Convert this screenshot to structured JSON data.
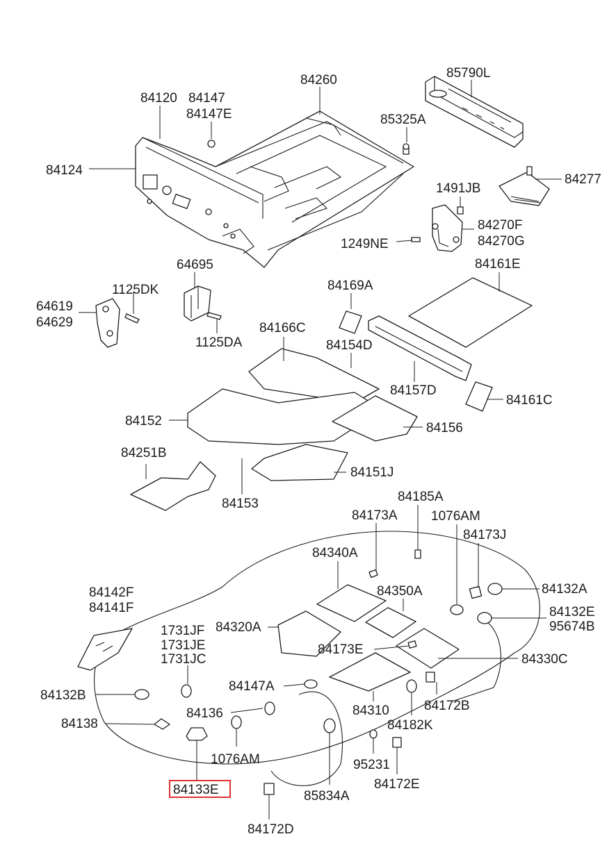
{
  "diagram": {
    "highlight_color": "#e03030",
    "highlighted_part": "84133E",
    "labels": {
      "p84260": "84260",
      "p84120": "84120",
      "p84147": "84147",
      "p84147E": "84147E",
      "p85790L": "85790L",
      "p85325A": "85325A",
      "p84124": "84124",
      "p84277": "84277",
      "p1491JB": "1491JB",
      "p84270F": "84270F",
      "p84270G": "84270G",
      "p1249NE": "1249NE",
      "p64695": "64695",
      "p84161E": "84161E",
      "p1125DK": "1125DK",
      "p64619": "64619",
      "p64629": "64629",
      "p84169A": "84169A",
      "p1125DA": "1125DA",
      "p84166C": "84166C",
      "p84154D": "84154D",
      "p84157D": "84157D",
      "p84161C": "84161C",
      "p84152": "84152",
      "p84156": "84156",
      "p84251B": "84251B",
      "p84151J": "84151J",
      "p84153": "84153",
      "p84185A": "84185A",
      "p84173A": "84173A",
      "p1076AM_top": "1076AM",
      "p84173J": "84173J",
      "p84340A": "84340A",
      "p84142F": "84142F",
      "p84141F": "84141F",
      "p84350A": "84350A",
      "p84132A": "84132A",
      "p84132E": "84132E",
      "p95674B": "95674B",
      "p1731JF": "1731JF",
      "p1731JE": "1731JE",
      "p1731JC": "1731JC",
      "p84320A": "84320A",
      "p84173E": "84173E",
      "p84330C": "84330C",
      "p84132B": "84132B",
      "p84147A": "84147A",
      "p84172B": "84172B",
      "p84136": "84136",
      "p84310": "84310",
      "p84138": "84138",
      "p84182K": "84182K",
      "p1076AM_bottom": "1076AM",
      "p95231": "95231",
      "p84133E": "84133E",
      "p84172E": "84172E",
      "p85834A": "85834A",
      "p84172D": "84172D"
    }
  }
}
